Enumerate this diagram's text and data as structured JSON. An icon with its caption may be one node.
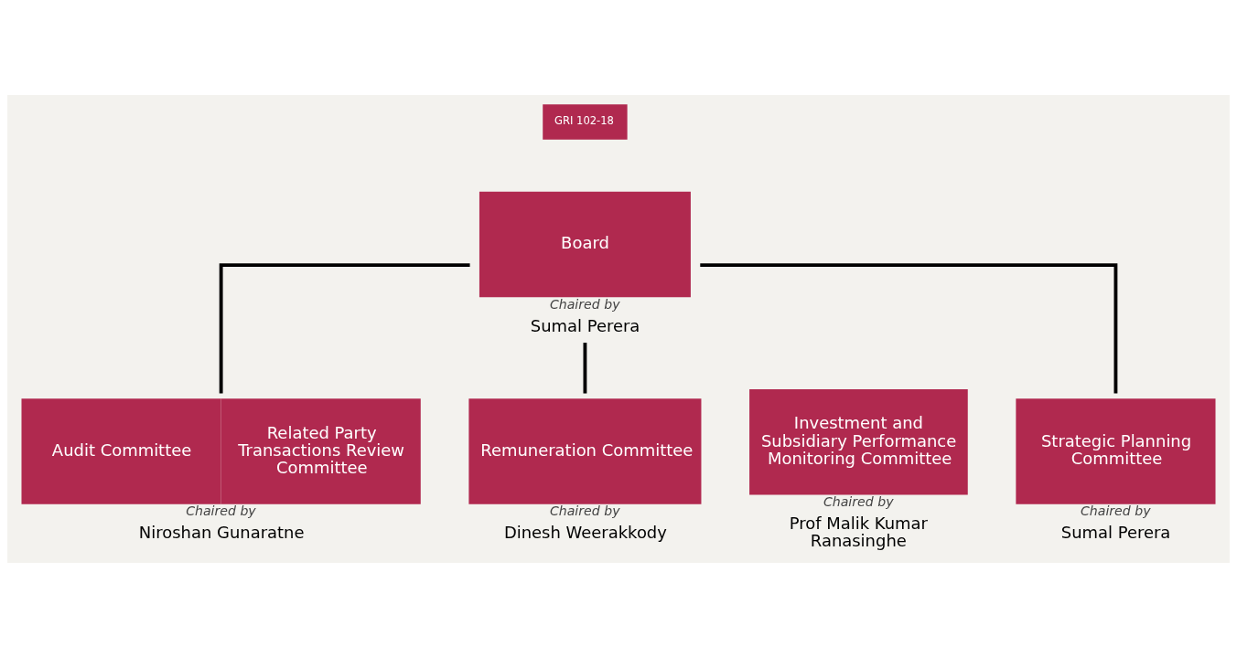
{
  "diagram": {
    "nodes": [
      {
        "text": [
          "GRI 102-18"
        ]
      },
      {
        "text": [
          "Board"
        ],
        "beside": [
          "Chaired by",
          "Sumal Perera"
        ]
      },
      {
        "text": [
          "Audit Committee",
          "Related Party Transactions Review Committee"
        ],
        "beside": [
          "Chaired by",
          "Niroshan Gunaratne"
        ]
      },
      {
        "text": [
          "Remuneration Committee"
        ],
        "beside": [
          "Chaired by",
          "Dinesh Weerakkody"
        ]
      },
      {
        "text": [
          "Investment and Subsidiary Performance Monitoring Committee"
        ],
        "beside": [
          "Chaired by",
          "Prof Malik Kumar Ranasinghe"
        ]
      },
      {
        "text": [
          "Strategic Planning Committee"
        ],
        "beside": [
          "Chaired by",
          "Sumal Perera"
        ]
      }
    ],
    "edges": [
      {
        "from": 1,
        "to": 2,
        "arrow": "none"
      },
      {
        "from": 1,
        "to": 3,
        "arrow": "none"
      },
      {
        "from": 1,
        "to": 5,
        "arrow": "none"
      }
    ]
  }
}
